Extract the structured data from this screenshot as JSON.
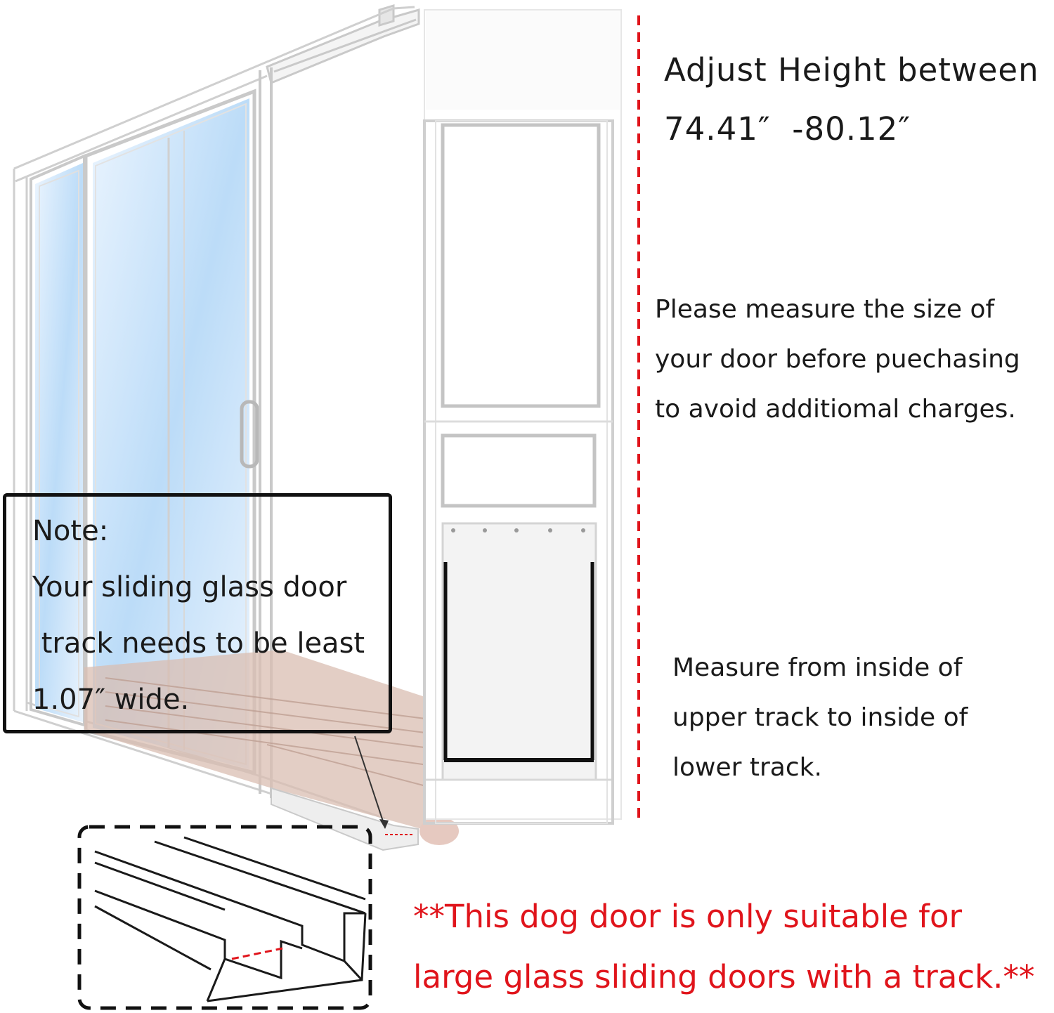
{
  "height_text": [
    "Adjust Height between",
    "74.41″  -80.12″"
  ],
  "measure_size_text": [
    "Please measure the size of",
    "your door before puechasing",
    "to avoid additiomal charges."
  ],
  "measure_from_text": [
    "Measure from inside of",
    "upper track to inside of",
    "lower track."
  ],
  "note": {
    "title": "Note:",
    "body": [
      "Your sliding glass door",
      " track needs to be least",
      "1.07″ wide."
    ]
  },
  "suitable_text": [
    "**This dog door is only suitable for",
    "large glass sliding doors with a track.**"
  ],
  "colors": {
    "accent_red": "#e0141b",
    "glass_blue": "#cfe6fb",
    "frame_grey": "#c9c9c9",
    "deck_wood": "#c9a79a"
  }
}
